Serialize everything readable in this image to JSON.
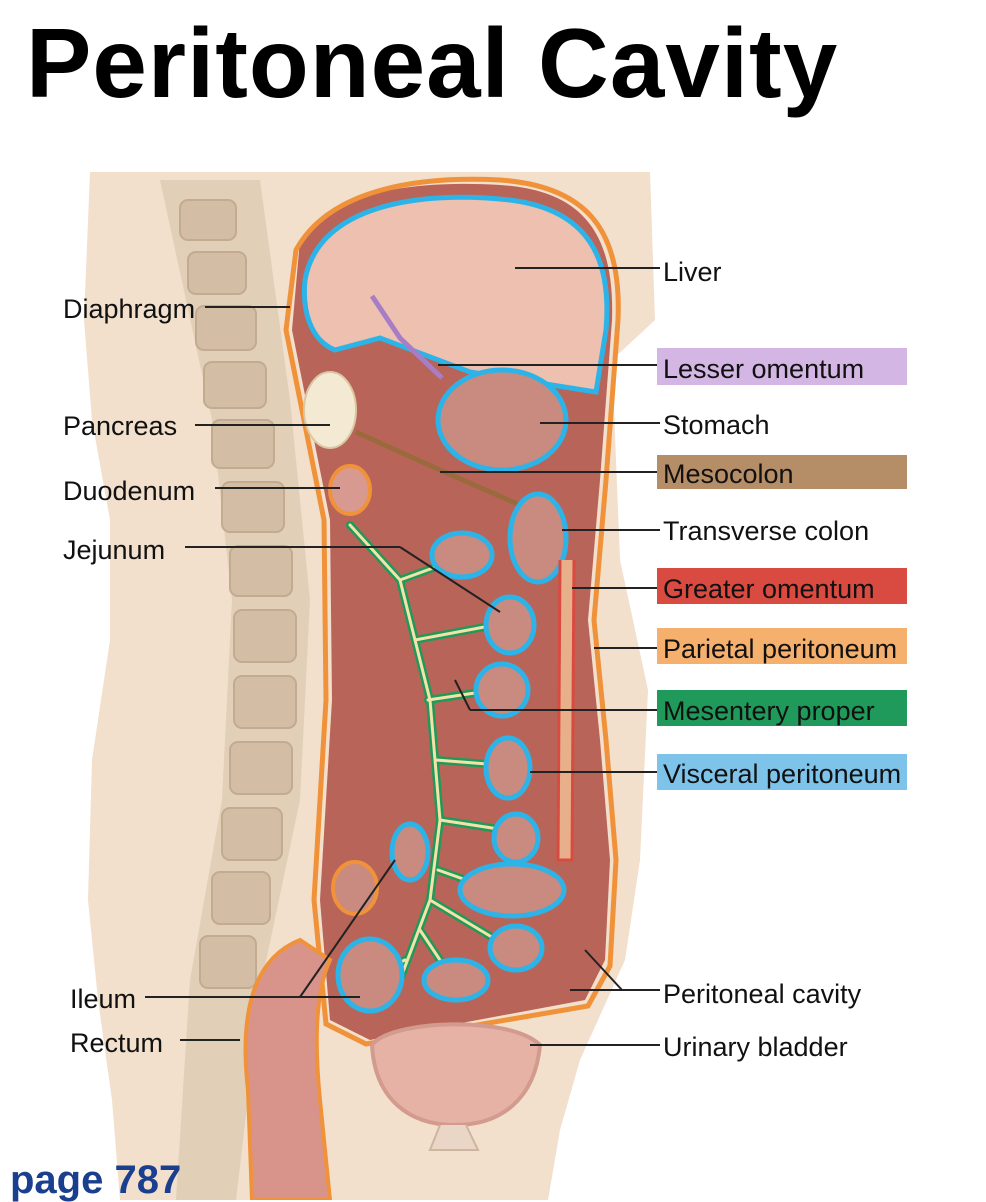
{
  "title": "Peritoneal Cavity",
  "footer": "page 787",
  "colors": {
    "visceral_peritoneum": "#2cb4e8",
    "parietal_peritoneum": "#f0923a",
    "mesentery_proper": "#1f9a5a",
    "greater_omentum": "#d94b40",
    "mesocolon": "#9a6a3c",
    "lesser_omentum": "#a77ec6"
  },
  "labels": {
    "left": {
      "diaphragm": "Diaphragm",
      "pancreas": "Pancreas",
      "duodenum": "Duodenum",
      "jejunum": "Jejunum",
      "ileum": "Ileum",
      "rectum": "Rectum"
    },
    "right": {
      "liver": "Liver",
      "lesser_omentum": "Lesser omentum",
      "stomach": "Stomach",
      "mesocolon": "Mesocolon",
      "transverse_colon": "Transverse colon",
      "greater_omentum": "Greater omentum",
      "parietal_peritoneum": "Parietal peritoneum",
      "mesentery_proper": "Mesentery proper",
      "visceral_peritoneum": "Visceral peritoneum",
      "peritoneal_cavity": "Peritoneal cavity",
      "urinary_bladder": "Urinary bladder"
    }
  }
}
